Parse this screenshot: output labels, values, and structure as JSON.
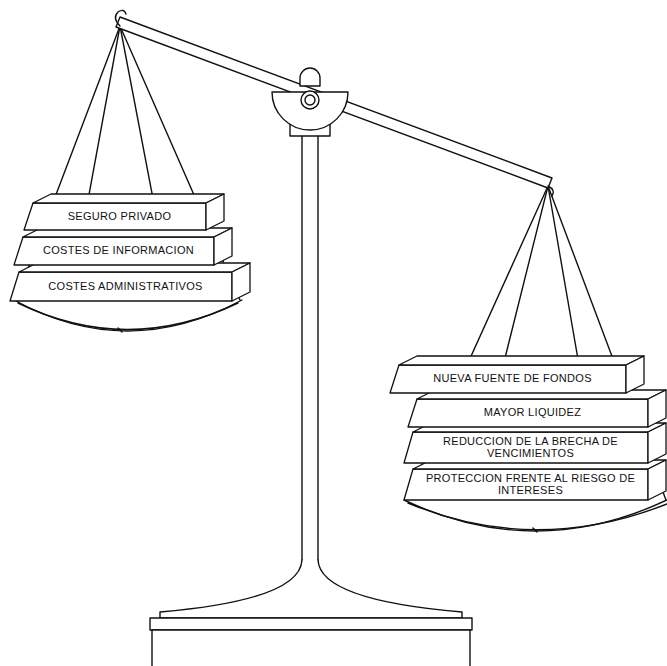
{
  "diagram": {
    "nodes": [
      {
        "text": [
          "SEGURO PRIVADO"
        ]
      },
      {
        "text": [
          "COSTES DE INFORMACION"
        ]
      },
      {
        "text": [
          "COSTES ADMINISTRATIVOS"
        ]
      },
      {
        "text": [
          "NUEVA FUENTE DE FONDOS"
        ]
      },
      {
        "text": [
          "MAYOR LIQUIDEZ"
        ]
      },
      {
        "text": [
          "REDUCCION DE LA BRECHA DE VENCIMIENTOS"
        ]
      },
      {
        "text": [
          "PROTECCION FRENTE AL RIESGO DE INTERESES"
        ]
      }
    ]
  }
}
